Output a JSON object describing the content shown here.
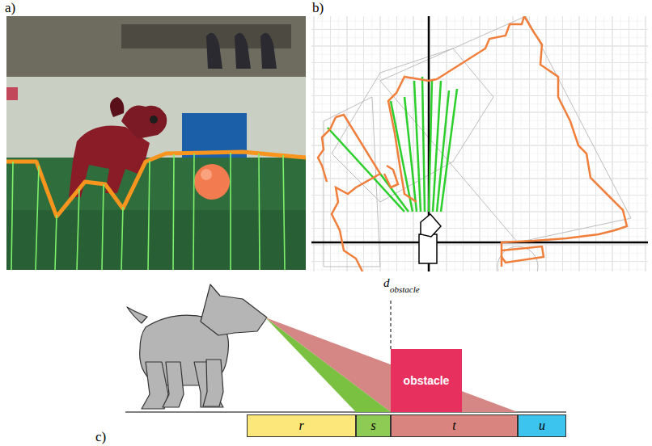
{
  "diagram": {
    "nodes": [
      {
        "text": [
          "obstacle"
        ]
      },
      {
        "text": [
          "r"
        ]
      },
      {
        "text": [
          "s"
        ]
      },
      {
        "text": [
          "t"
        ]
      },
      {
        "text": [
          "u"
        ]
      }
    ],
    "labels": [
      "a)",
      "b)",
      "d",
      "obstacle",
      "c)"
    ]
  }
}
